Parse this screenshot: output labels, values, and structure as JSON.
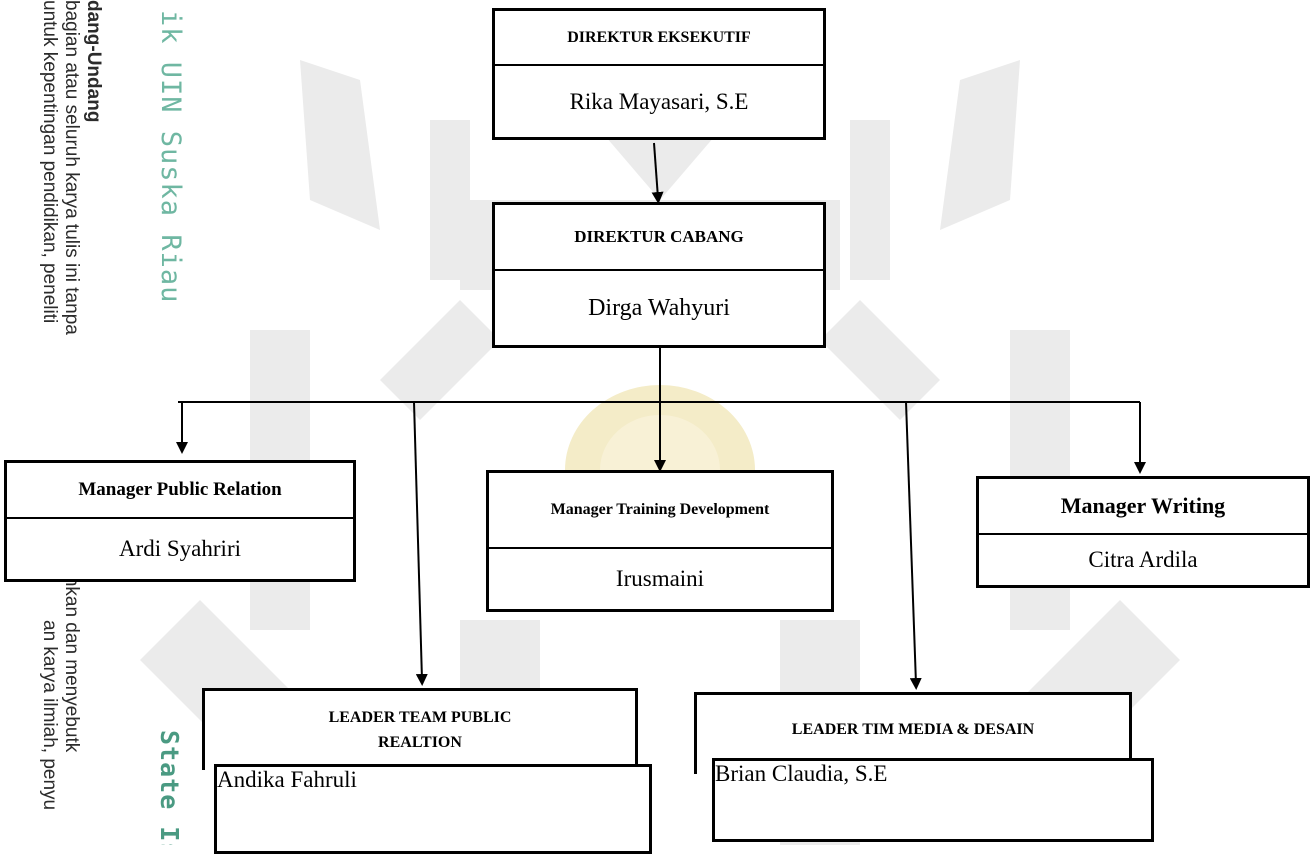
{
  "sidebar_text": {
    "law_line1": "dang-Undang",
    "law_line2": "bagian atau seluruh karya tulis ini tanpa",
    "law_line2b": "umkan dan menyebutk",
    "law_line3": "untuk kepentingan pendidikan, peneliti",
    "law_line3b": "an karya ilmiah, penyu",
    "green1": "ik UIN Suska Riau",
    "green2": "State Is"
  },
  "executive": {
    "title": "DIREKTUR EKSEKUTIF",
    "name": "Rika Mayasari, S.E"
  },
  "branch": {
    "title": "DIREKTUR CABANG",
    "name": "Dirga Wahyuri"
  },
  "managers": {
    "public_relation": {
      "title": "Manager Public Relation",
      "name": "Ardi Syahriri"
    },
    "training": {
      "title": "Manager Training Development",
      "name": "Irusmaini"
    },
    "writing": {
      "title": "Manager Writing",
      "name": "Citra Ardila"
    }
  },
  "leaders": {
    "public_relation": {
      "title": "LEADER TEAM PUBLIC REALTION",
      "name": "Andika Fahruli"
    },
    "media": {
      "title": "LEADER TIM MEDIA & DESAIN",
      "name": "Brian Claudia, S.E"
    }
  },
  "colors": {
    "watermark": "#ebebeb",
    "watermark_gold": "#f4ecc8",
    "green_text": "#6fb7a2"
  }
}
